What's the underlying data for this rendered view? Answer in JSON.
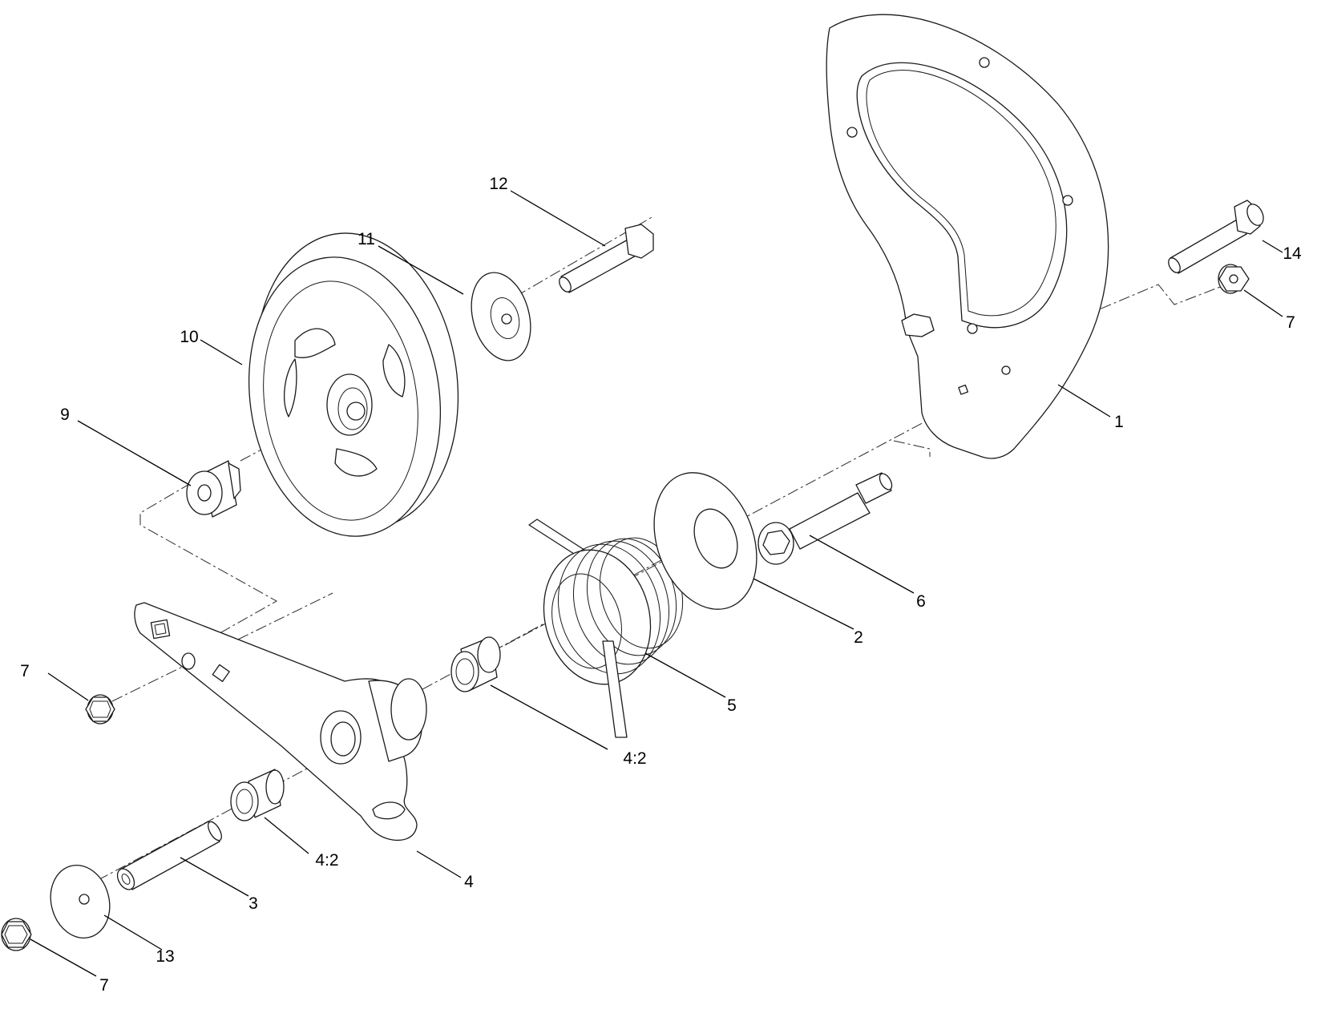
{
  "diagram": {
    "callouts": [
      {
        "id": "c12",
        "text": "12"
      },
      {
        "id": "c11",
        "text": "11"
      },
      {
        "id": "c10",
        "text": "10"
      },
      {
        "id": "c9",
        "text": "9"
      },
      {
        "id": "c14",
        "text": "14"
      },
      {
        "id": "c7a",
        "text": "7"
      },
      {
        "id": "c1",
        "text": "1"
      },
      {
        "id": "c6",
        "text": "6"
      },
      {
        "id": "c2",
        "text": "2"
      },
      {
        "id": "c5",
        "text": "5"
      },
      {
        "id": "c7b",
        "text": "7"
      },
      {
        "id": "c42a",
        "text": "4:2"
      },
      {
        "id": "c42b",
        "text": "4:2"
      },
      {
        "id": "c4",
        "text": "4"
      },
      {
        "id": "c3",
        "text": "3"
      },
      {
        "id": "c13",
        "text": "13"
      },
      {
        "id": "c7c",
        "text": "7"
      }
    ]
  }
}
